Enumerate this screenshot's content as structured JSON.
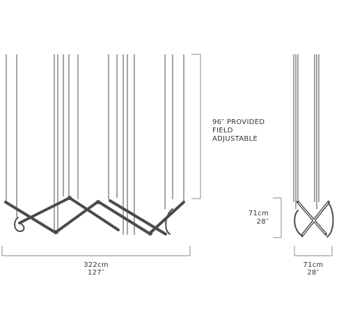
{
  "colors": {
    "line": "#4a4a4a",
    "dimension": "#8a8a8a",
    "text": "#333333"
  },
  "front_view": {
    "height_note": {
      "line1": "96″ PROVIDED",
      "line2": "FIELD",
      "line3": "ADJUSTABLE"
    },
    "width_metric": "322cm",
    "width_imperial": "127″"
  },
  "side_view": {
    "height_metric": "71cm",
    "height_imperial": "28″",
    "width_metric": "71cm",
    "width_imperial": "28″"
  }
}
